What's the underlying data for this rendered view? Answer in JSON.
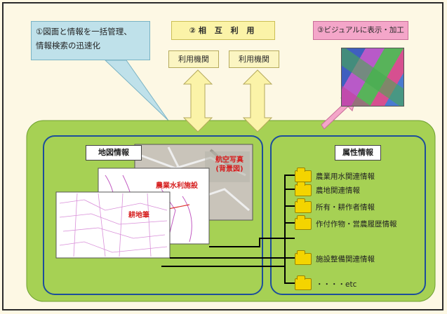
{
  "callout": {
    "line1": "①図面と情報を一括管理、",
    "line2": "情報検索の迅速化"
  },
  "mutual": {
    "label": "②相 互 利 用"
  },
  "use_boxes": [
    "利用機関",
    "利用機関"
  ],
  "visual": {
    "label": "③ビジュアルに表示・加工"
  },
  "map_panel": {
    "title": "地図情報",
    "layers": [
      "航空写真\n(背景図)",
      "農業水利施設",
      "耕地筆"
    ]
  },
  "attr_panel": {
    "title": "属性情報",
    "items": [
      "農業用水関連情報",
      "農地関連情報",
      "所有・耕作者情報",
      "作付作物・営農履歴情報",
      "施設整備関連情報",
      "・・・・etc"
    ]
  },
  "colors": {
    "outer_bg": "#a6d154",
    "panel_bg": "#a6d154",
    "panel_border": "#1d4e9b",
    "arrow_fill": "#fbf3a8",
    "pink_arrow": "#f4a6c9",
    "folder": "#f4d400"
  }
}
